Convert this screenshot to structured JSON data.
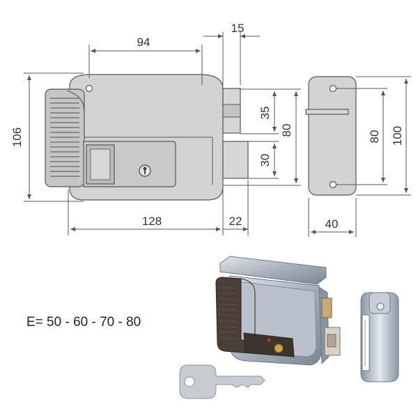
{
  "dimensions": {
    "top_width": "94",
    "top_offset": "15",
    "height_left": "106",
    "bolt_upper": "35",
    "bolt_lower": "30",
    "bolt_span": "80",
    "bottom_width": "128",
    "bottom_offset": "22",
    "keeper_holes": "80",
    "keeper_height": "100",
    "keeper_width": "40"
  },
  "note": "E= 50 - 60 - 70 - 80",
  "colors": {
    "drawing_fill": "#d3d3d3",
    "lines": "#555555",
    "product_metal": "#a9b3bf",
    "product_cover": "#4a4039",
    "key": "#c8ccd1"
  },
  "icons": [
    "keyhole-icon",
    "key-icon"
  ]
}
